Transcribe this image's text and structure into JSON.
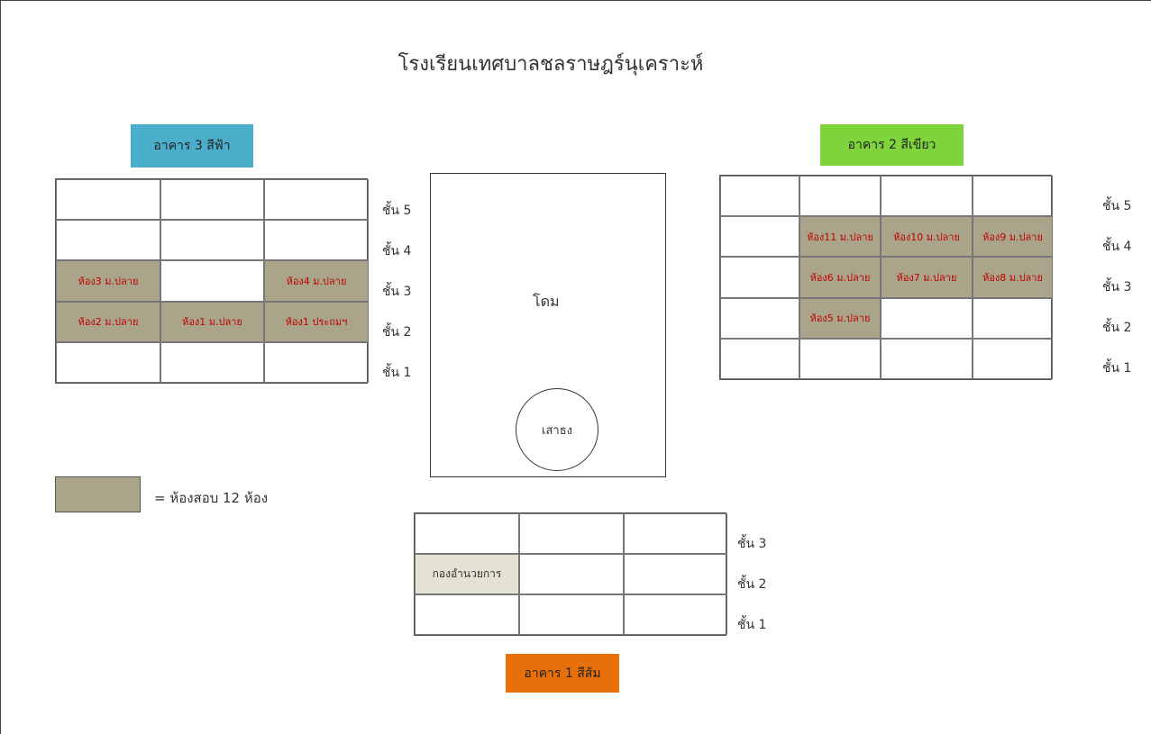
{
  "title": "โรงเรียนเทศบาลชลราษฎร์นุเคราะห์",
  "colors": {
    "building3": "#4bafcb",
    "building2": "#7ed43a",
    "building1": "#e8700a",
    "exam_room": "#aaa58a",
    "room_text": "#c00000"
  },
  "dome": {
    "label": "โดม",
    "flagpole_label": "เสาธง"
  },
  "legend": {
    "text": "=  ห้องสอบ 12 ห้อง"
  },
  "building3": {
    "label": "อาคาร 3 สีฟ้า",
    "floors": [
      "ชั้น 5",
      "ชั้น 4",
      "ชั้น 3",
      "ชั้น 2",
      "ชั้น 1"
    ],
    "rows": [
      [
        {
          "t": ""
        },
        {
          "t": ""
        },
        {
          "t": ""
        }
      ],
      [
        {
          "t": ""
        },
        {
          "t": ""
        },
        {
          "t": ""
        }
      ],
      [
        {
          "t": "ห้อง3 ม.ปลาย",
          "k": "exam"
        },
        {
          "t": ""
        },
        {
          "t": "ห้อง4 ม.ปลาย",
          "k": "exam"
        }
      ],
      [
        {
          "t": "ห้อง2 ม.ปลาย",
          "k": "exam"
        },
        {
          "t": "ห้อง1 ม.ปลาย",
          "k": "exam"
        },
        {
          "t": "ห้อง1 ประถมฯ",
          "k": "exam"
        }
      ],
      [
        {
          "t": ""
        },
        {
          "t": ""
        },
        {
          "t": ""
        }
      ]
    ]
  },
  "building2": {
    "label": "อาคาร 2 สีเขียว",
    "floors": [
      "ชั้น 5",
      "ชั้น 4",
      "ชั้น 3",
      "ชั้น 2",
      "ชั้น 1"
    ],
    "rows": [
      [
        {
          "t": ""
        },
        {
          "t": ""
        },
        {
          "t": ""
        },
        {
          "t": ""
        }
      ],
      [
        {
          "t": ""
        },
        {
          "t": "ห้อง11 ม.ปลาย",
          "k": "exam"
        },
        {
          "t": "ห้อง10 ม.ปลาย",
          "k": "exam"
        },
        {
          "t": "ห้อง9 ม.ปลาย",
          "k": "exam"
        }
      ],
      [
        {
          "t": ""
        },
        {
          "t": "ห้อง6 ม.ปลาย",
          "k": "exam"
        },
        {
          "t": "ห้อง7 ม.ปลาย",
          "k": "exam"
        },
        {
          "t": "ห้อง8 ม.ปลาย",
          "k": "exam"
        }
      ],
      [
        {
          "t": ""
        },
        {
          "t": "ห้อง5 ม.ปลาย",
          "k": "exam"
        },
        {
          "t": ""
        },
        {
          "t": ""
        }
      ],
      [
        {
          "t": ""
        },
        {
          "t": ""
        },
        {
          "t": ""
        },
        {
          "t": ""
        }
      ]
    ]
  },
  "building1": {
    "label": "อาคาร 1 สีส้ม",
    "floors": [
      "ชั้น 3",
      "ชั้น 2",
      "ชั้น 1"
    ],
    "rows": [
      [
        {
          "t": ""
        },
        {
          "t": ""
        },
        {
          "t": ""
        }
      ],
      [
        {
          "t": "กองอำนวยการ",
          "k": "office"
        },
        {
          "t": ""
        },
        {
          "t": ""
        }
      ],
      [
        {
          "t": ""
        },
        {
          "t": ""
        },
        {
          "t": ""
        }
      ]
    ]
  }
}
